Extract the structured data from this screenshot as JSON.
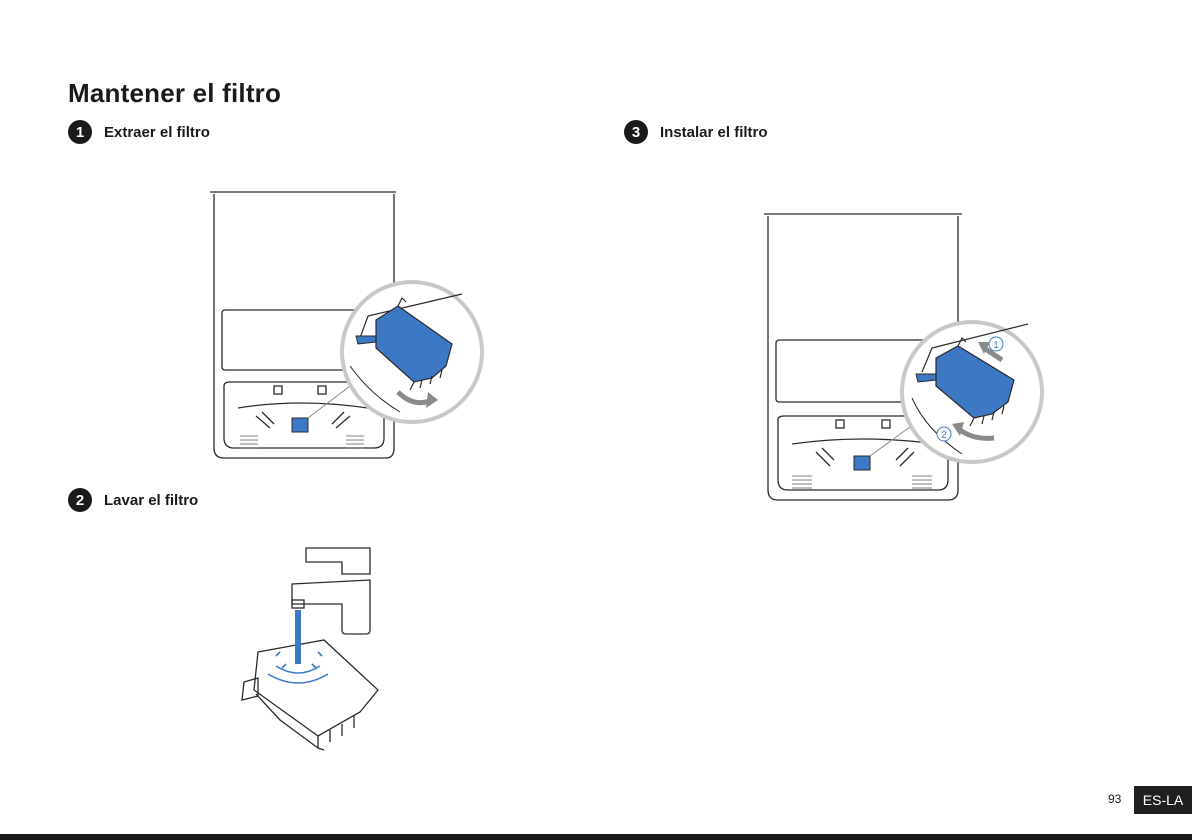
{
  "page": {
    "title": "Mantener el filtro",
    "page_number": "93",
    "language_tag": "ES-LA"
  },
  "steps": [
    {
      "number": "1",
      "label": "Extraer el filtro"
    },
    {
      "number": "2",
      "label": "Lavar el filtro"
    },
    {
      "number": "3",
      "label": "Instalar el filtro"
    }
  ],
  "callouts": {
    "one": "1",
    "two": "2"
  },
  "colors": {
    "accent_blue": "#3D78C5",
    "gray_arrow": "#8A8A8A",
    "line": "#2b2b2b"
  }
}
